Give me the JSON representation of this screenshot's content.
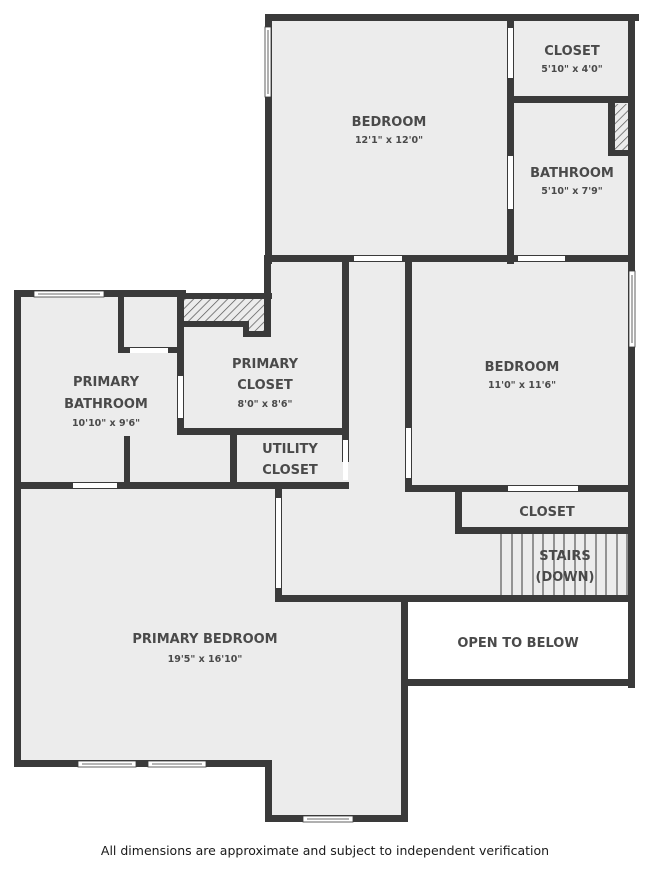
{
  "floor_plan": {
    "colors": {
      "room_fill": "#ececec",
      "wall": "#3a3a3a",
      "open_fill": "#ffffff",
      "door_fill": "#ffffff",
      "label": "#4a4a4a"
    },
    "rooms": [
      {
        "id": "bedroom-1",
        "name": "BEDROOM",
        "dims": "12'1\" x 12'0\""
      },
      {
        "id": "closet-1",
        "name": "CLOSET",
        "dims": "5'10\" x 4'0\""
      },
      {
        "id": "bathroom",
        "name": "BATHROOM",
        "dims": "5'10\" x 7'9\""
      },
      {
        "id": "primary-bathroom",
        "name": "PRIMARY BATHROOM",
        "name_line1": "PRIMARY",
        "name_line2": "BATHROOM",
        "dims": "10'10\" x 9'6\""
      },
      {
        "id": "primary-closet",
        "name": "PRIMARY CLOSET",
        "name_line1": "PRIMARY",
        "name_line2": "CLOSET",
        "dims": "8'0\" x 8'6\""
      },
      {
        "id": "utility-closet",
        "name": "UTILITY CLOSET",
        "name_line1": "UTILITY",
        "name_line2": "CLOSET",
        "dims": ""
      },
      {
        "id": "bedroom-2",
        "name": "BEDROOM",
        "dims": "11'0\" x 11'6\""
      },
      {
        "id": "closet-2",
        "name": "CLOSET",
        "dims": ""
      },
      {
        "id": "stairs",
        "name": "STAIRS (DOWN)",
        "name_line1": "STAIRS",
        "name_line2": "(DOWN)",
        "dims": ""
      },
      {
        "id": "primary-bedroom",
        "name": "PRIMARY BEDROOM",
        "dims": "19'5\" x 16'10\""
      },
      {
        "id": "open-to-below",
        "name": "OPEN TO BELOW",
        "dims": ""
      }
    ]
  },
  "disclaimer": "All dimensions are approximate and subject to independent verification"
}
